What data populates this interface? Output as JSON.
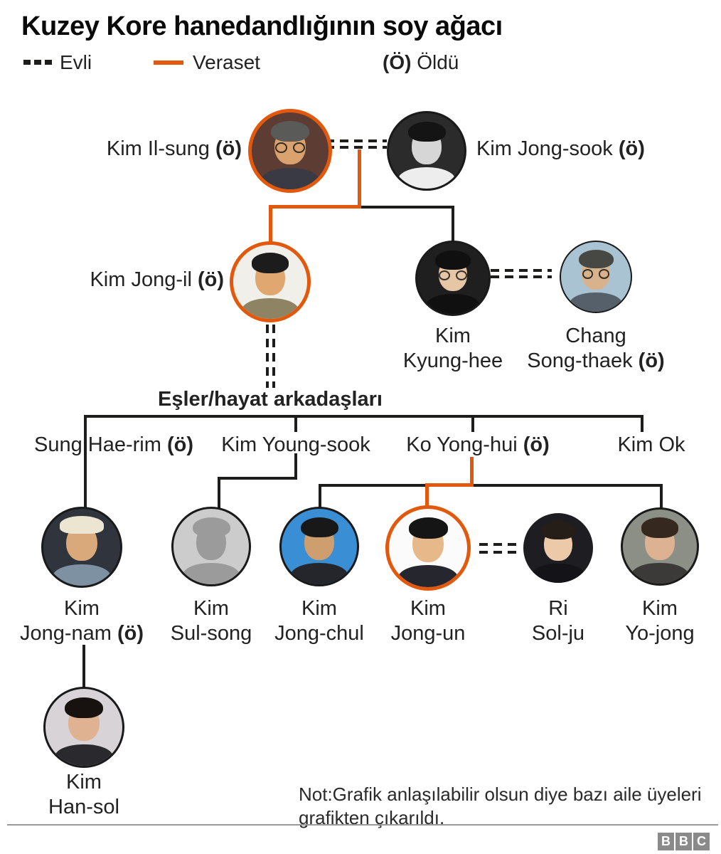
{
  "title": "Kuzey Kore hanedandlığının soy ağacı",
  "legend": {
    "married_label": "Evli",
    "succession_label": "Veraset",
    "deceased_symbol": "(Ö)",
    "deceased_label": "Öldü"
  },
  "colors": {
    "accent_orange": "#e2580c",
    "line_black": "#1d1d1b",
    "bbc_logo_grey": "#8a8a8a"
  },
  "generation1": {
    "kim_il_sung": {
      "name": "Kim Il-sung",
      "deceased": "(ö)"
    },
    "kim_jong_sook": {
      "name": "Kim Jong-sook",
      "deceased": "(ö)"
    }
  },
  "generation2": {
    "kim_jong_il": {
      "name": "Kim Jong-il",
      "deceased": "(ö)"
    },
    "kim_kyung_hee": {
      "line1": "Kim",
      "line2": "Kyung-hee"
    },
    "chang_song_thaek": {
      "line1": "Chang",
      "line2": "Song-thaek",
      "deceased": "(ö)"
    }
  },
  "spouses_header": "Eşler/hayat arkadaşları",
  "spouses": {
    "sung_hae_rim": {
      "name": "Sung Hae-rim",
      "deceased": "(ö)"
    },
    "kim_young_sook": {
      "name": "Kim Young-sook"
    },
    "ko_yong_hui": {
      "name": "Ko Yong-hui",
      "deceased": "(ö)"
    },
    "kim_ok": {
      "name": "Kim Ok"
    }
  },
  "generation3": {
    "kim_jong_nam": {
      "line1": "Kim",
      "line2": "Jong-nam",
      "deceased": "(ö)"
    },
    "kim_sul_song": {
      "line1": "Kim",
      "line2": "Sul-song"
    },
    "kim_jong_chul": {
      "line1": "Kim",
      "line2": "Jong-chul"
    },
    "kim_jong_un": {
      "line1": "Kim",
      "line2": "Jong-un"
    },
    "ri_sol_ju": {
      "line1": "Ri",
      "line2": "Sol-ju"
    },
    "kim_yo_jong": {
      "line1": "Kim",
      "line2": "Yo-jong"
    }
  },
  "generation4": {
    "kim_han_sol": {
      "line1": "Kim",
      "line2": "Han-sol"
    }
  },
  "note": {
    "line1": "Not:Grafik anlaşılabilir olsun diye bazı aile üyeleri",
    "line2": "grafikten çıkarıldı."
  },
  "footer": {
    "logo_letters": [
      "B",
      "B",
      "C"
    ]
  }
}
